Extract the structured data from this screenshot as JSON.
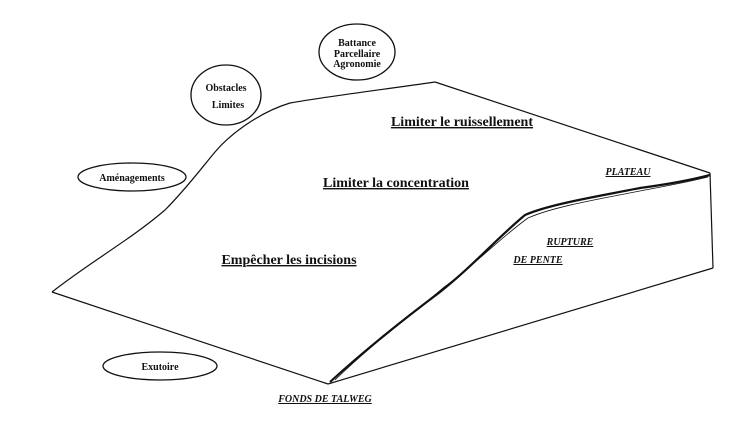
{
  "zones": {
    "ruissellement": "Limiter le ruissellement",
    "concentration": "Limiter la concentration",
    "incisions": "Empêcher les incisions"
  },
  "bubbles": {
    "battance": [
      "Battance",
      "Parcellaire",
      "Agronomie"
    ],
    "obstacles": [
      "Obstacles",
      "Limites"
    ],
    "amenagements": "Aménagements",
    "exutoire": "Exutoire"
  },
  "terrain_labels": {
    "plateau": "PLATEAU",
    "rupture_1": "RUPTURE",
    "rupture_2": "DE PENTE",
    "talweg": "FONDS DE TALWEG"
  }
}
